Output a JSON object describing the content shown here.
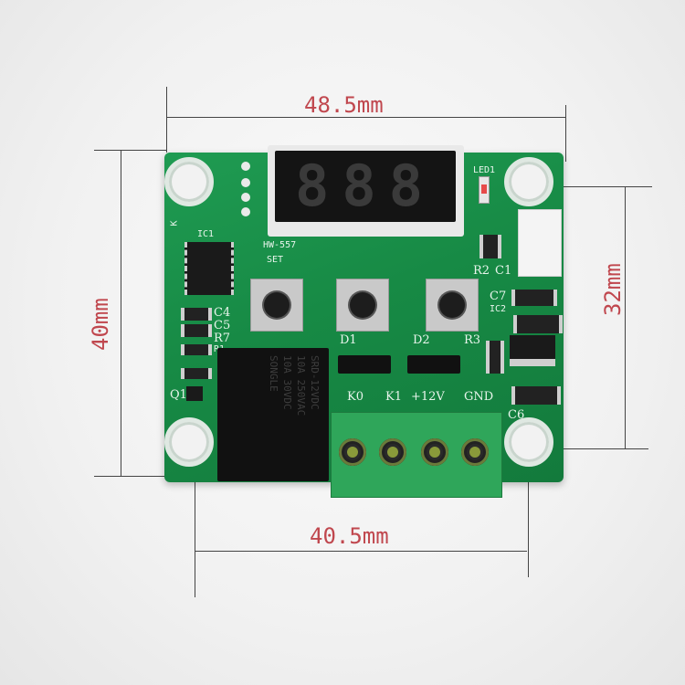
{
  "dimensions": {
    "top_width": "48.5mm",
    "left_height": "40mm",
    "right_height": "32mm",
    "hole_spacing": "40.5mm"
  },
  "board": {
    "model": "HW-557",
    "set_label": "SET",
    "display_text": "888",
    "k_label": "K",
    "labels": {
      "ic1": "IC1",
      "ic2": "IC2",
      "led1": "LED1",
      "r2": "R2",
      "c1": "C1",
      "c7": "C7",
      "c4": "C4",
      "c5": "C5",
      "r7": "R7",
      "r1": "R1",
      "q1": "Q1",
      "d1": "D1",
      "d2": "D2",
      "r3": "R3",
      "c6": "C6"
    },
    "terminal_labels": [
      "K0",
      "K1",
      "+12V",
      "GND"
    ],
    "relay_text": [
      "SRD-12VDC",
      "10A 250VAC",
      "10A 30VDC",
      "SONGLE"
    ]
  },
  "colors": {
    "pcb": "#178a45",
    "dimension_text": "#c0474e",
    "terminal": "#2fa65a"
  }
}
